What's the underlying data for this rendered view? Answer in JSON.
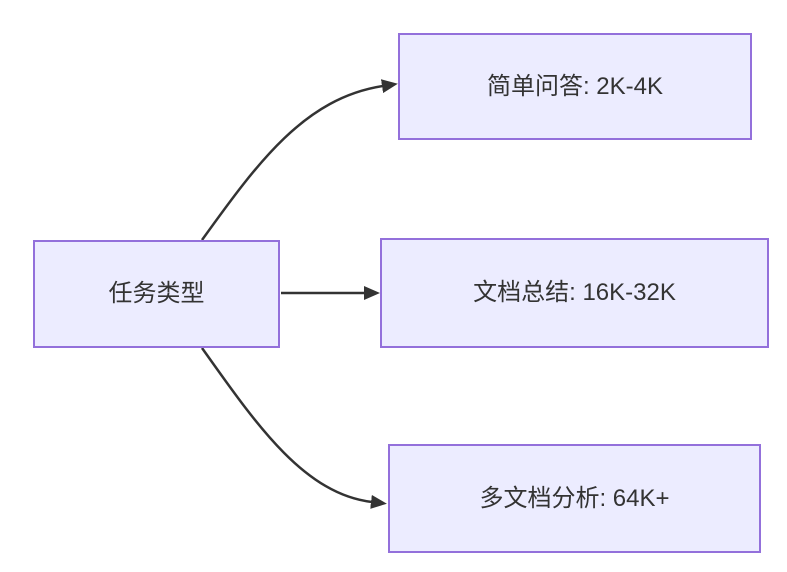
{
  "diagram": {
    "type": "flowchart",
    "root": {
      "label": "任务类型"
    },
    "branches": [
      {
        "label": "简单问答: 2K-4K"
      },
      {
        "label": "文档总结: 16K-32K"
      },
      {
        "label": "多文档分析: 64K+"
      }
    ],
    "edges": [
      {
        "from": "任务类型",
        "to": "简单问答: 2K-4K"
      },
      {
        "from": "任务类型",
        "to": "文档总结: 16K-32K"
      },
      {
        "from": "任务类型",
        "to": "多文档分析: 64K+"
      }
    ],
    "colors": {
      "node_fill": "#ECECFF",
      "node_border": "#9370DB",
      "edge": "#333333",
      "text": "#333333",
      "background": "#FFFFFF"
    }
  }
}
